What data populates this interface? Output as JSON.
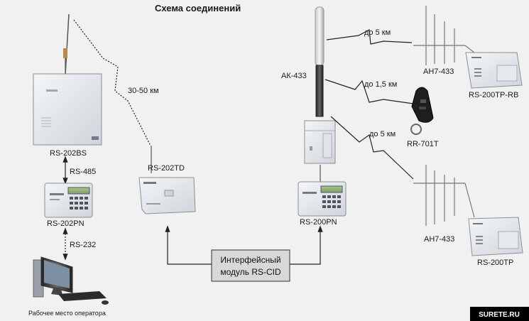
{
  "title": "Схема соединений",
  "devices": {
    "rs202bs": "RS-202BS",
    "rs202pn": "RS-202PN",
    "rs202td": "RS-202TD",
    "ak433": "АК-433",
    "rs200pn": "RS-200PN",
    "ah7_top": "АН7-433",
    "ah7_bottom": "АН7-433",
    "rs200tp_rb": "RS-200TP-RB",
    "rr701t": "RR-701T",
    "rs200tp": "RS-200TP",
    "workstation": "Рабочее место оператора"
  },
  "links": {
    "rs485": "RS-485",
    "rs232": "RS-232",
    "range_30_50": "30-50 км",
    "range_5_top": "до 5 км",
    "range_1_5": "до 1,5 км",
    "range_5_bottom": "до 5 км"
  },
  "interface_module": {
    "line1": "Интерфейсный",
    "line2": "модуль RS-CID"
  },
  "watermark": "SURETE.RU",
  "colors": {
    "background": "#f1f1f1",
    "device_body": "#e4e8ec",
    "line": "#333333",
    "box_fill": "#d8d8d8"
  }
}
